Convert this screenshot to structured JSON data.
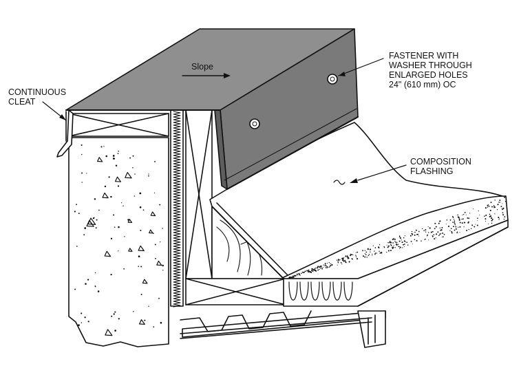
{
  "labels": {
    "slope": "Slope",
    "cleat_line1": "CONTINUOUS",
    "cleat_line2": "CLEAT",
    "fastener_line1": "FASTENER WITH",
    "fastener_line2": "WASHER THROUGH",
    "fastener_line3": "ENLARGED HOLES",
    "fastener_line4": "24\" (610 mm) OC",
    "flashing_line1": "COMPOSITION",
    "flashing_line2": "FLASHING"
  },
  "colors": {
    "line": "#111111",
    "metal_top": "#8f8f8f",
    "metal_face": "#6f6f6f",
    "paper": "#ffffff"
  }
}
